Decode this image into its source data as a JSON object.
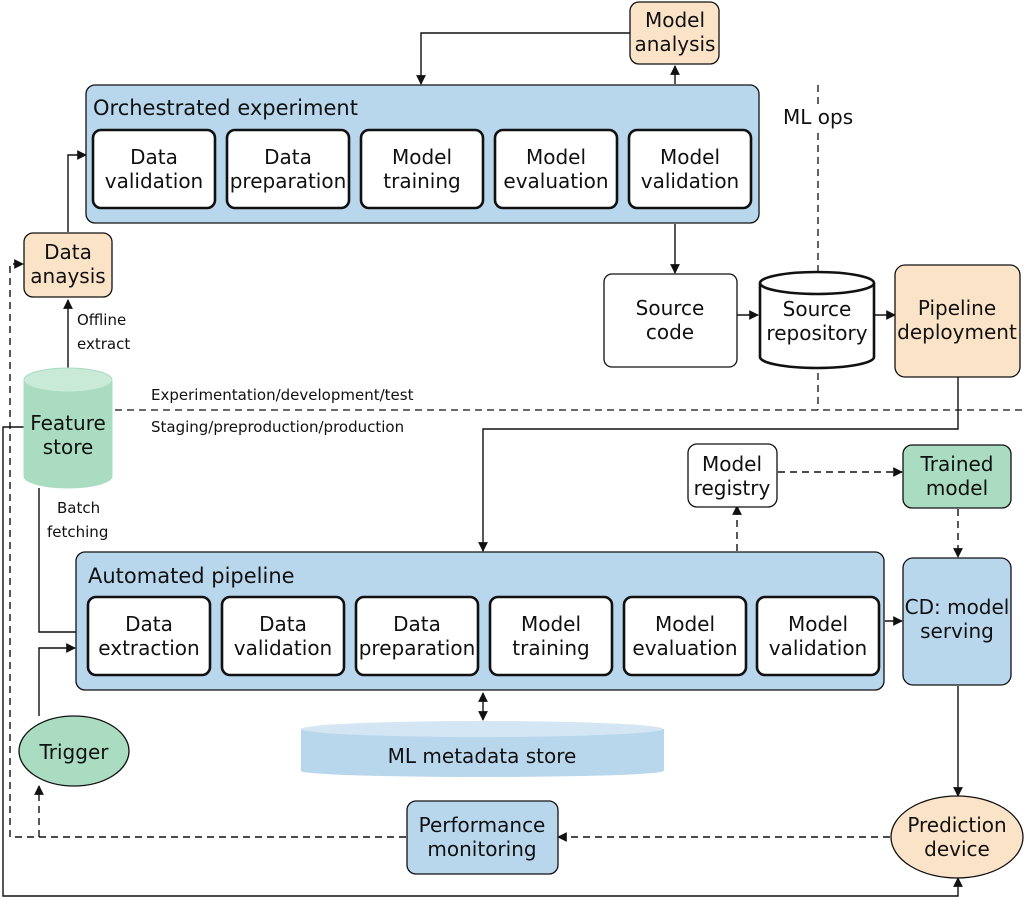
{
  "labels": {
    "model_analysis": [
      "Model",
      "analysis"
    ],
    "orchestrated_title": "Orchestrated experiment",
    "orch_steps": [
      [
        "Data",
        "validation"
      ],
      [
        "Data",
        "preparation"
      ],
      [
        "Model",
        "training"
      ],
      [
        "Model",
        "evaluation"
      ],
      [
        "Model",
        "validation"
      ]
    ],
    "data_analysis": [
      "Data",
      "anaysis"
    ],
    "offline_extract": [
      "Offline",
      "extract"
    ],
    "feature_store": [
      "Feature",
      "store"
    ],
    "ml_ops": "ML ops",
    "source_code": [
      "Source",
      "code"
    ],
    "source_repository": [
      "Source",
      "repository"
    ],
    "pipeline_deployment": [
      "Pipeline",
      "deployment"
    ],
    "env_dev": "Experimentation/development/test",
    "env_prod": "Staging/preproduction/production",
    "batch_fetching": [
      "Batch",
      "fetching"
    ],
    "model_registry": [
      "Model",
      "registry"
    ],
    "trained_model": [
      "Trained",
      "model"
    ],
    "automated_title": "Automated pipeline",
    "auto_steps": [
      [
        "Data",
        "extraction"
      ],
      [
        "Data",
        "validation"
      ],
      [
        "Data",
        "preparation"
      ],
      [
        "Model",
        "training"
      ],
      [
        "Model",
        "evaluation"
      ],
      [
        "Model",
        "validation"
      ]
    ],
    "cd_model_serving": [
      "CD: model",
      "serving"
    ],
    "trigger": "Trigger",
    "ml_metadata_store": "ML metadata store",
    "performance_monitoring": [
      "Performance",
      "monitoring"
    ],
    "prediction_device": [
      "Prediction",
      "device"
    ]
  },
  "colors": {
    "blue": "#b9d7ec",
    "peach": "#fbe3c8",
    "green": "#a9dcc0",
    "white": "#ffffff",
    "line": "#111111"
  }
}
